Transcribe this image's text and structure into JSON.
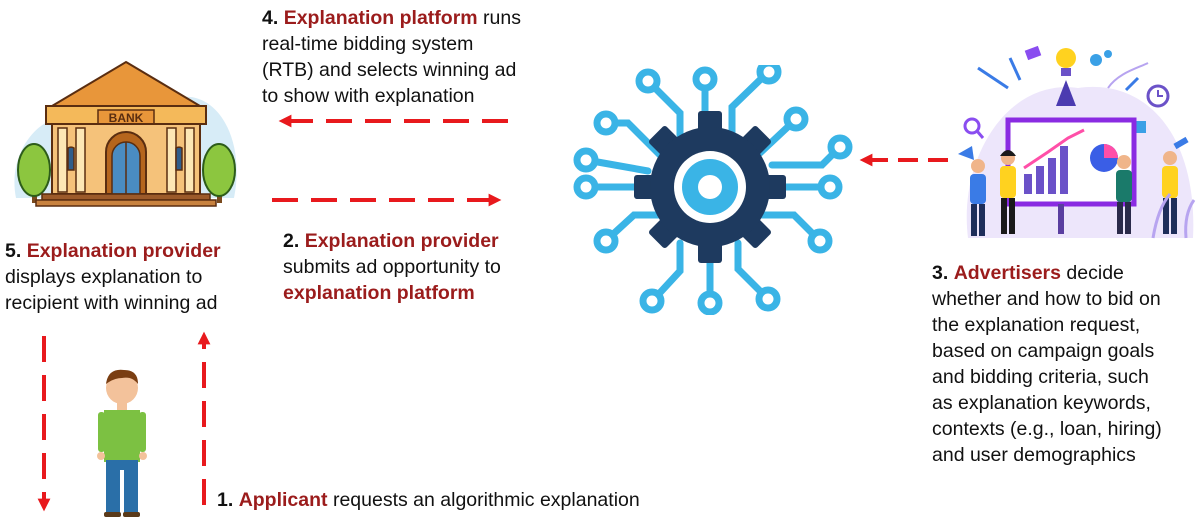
{
  "bank_sign": "BANK",
  "step4": {
    "num": "4.",
    "hl": "Explanation platform",
    "rest1": " runs",
    "line2": "real-time bidding system",
    "line3": "(RTB) and selects winning ad",
    "line4": "to show with explanation"
  },
  "step2": {
    "num": "2.",
    "hl": "Explanation provider",
    "line2": "submits ad opportunity to",
    "hl2": "explanation platform"
  },
  "step5": {
    "num": "5.",
    "hl": "Explanation provider",
    "line2": "displays explanation to",
    "line3": "recipient with winning ad"
  },
  "step3": {
    "num": "3.",
    "hl": "Advertisers",
    "rest1": " decide",
    "line2": "whether and how to bid on",
    "line3": "the explanation request,",
    "line4": "based on campaign goals",
    "line5": "and bidding criteria, such",
    "line6": "as explanation keywords,",
    "line7": "contexts (e.g., loan, hiring)",
    "line8": "and user demographics"
  },
  "step1": {
    "num": "1.",
    "hl": "Applicant",
    "rest": " requests an algorithmic explanation"
  },
  "colors": {
    "highlight": "#9b1c1c",
    "arrow": "#e8191d",
    "gear_dark": "#1e3a5f",
    "circuit": "#3ab4e6"
  }
}
